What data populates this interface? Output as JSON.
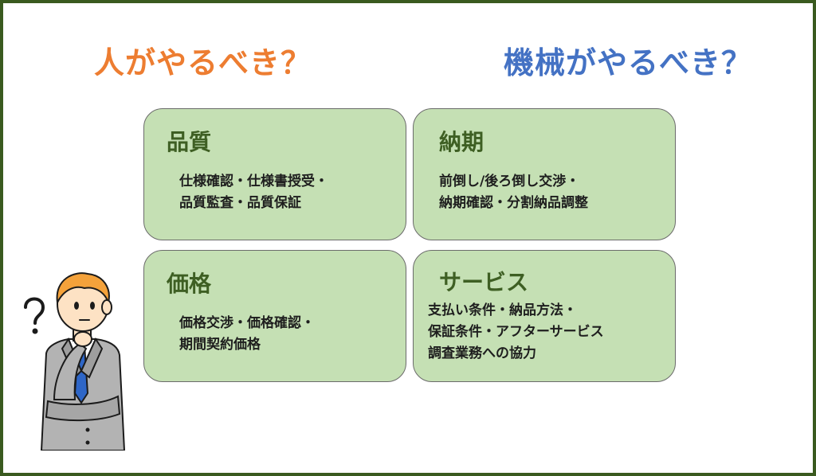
{
  "headings": {
    "human": {
      "text": "人がやるべき？",
      "color": "#ed7d31"
    },
    "machine": {
      "text": "機械がやるべき？",
      "color": "#4472c4"
    }
  },
  "cards": {
    "quality": {
      "title": "品質",
      "lines": [
        "仕様確認・仕様書授受・",
        "品質監査・品質保証"
      ]
    },
    "delivery": {
      "title": "納期",
      "lines": [
        "前倒し/後ろ倒し交渉・",
        "納期確認・分割納品調整"
      ]
    },
    "price": {
      "title": "価格",
      "lines": [
        "価格交渉・価格確認・",
        "期間契約価格"
      ]
    },
    "service": {
      "title": "サービス",
      "lines": [
        "支払い条件・納品方法・",
        "保証条件・アフターサービス",
        "調査業務への協力"
      ]
    }
  },
  "colors": {
    "card_fill": "#c5e0b4",
    "card_title": "#3e5f23",
    "frame_border": "#3a5a1f"
  },
  "illustration": {
    "icon": "thinking-businessman-icon"
  }
}
